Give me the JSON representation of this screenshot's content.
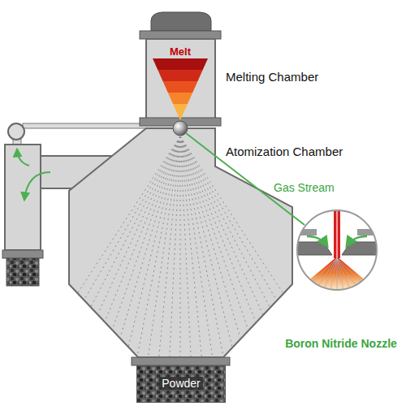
{
  "diagram": {
    "nodes": [
      {
        "text": [
          "Melt"
        ]
      },
      {
        "text": [
          "Powder"
        ]
      }
    ],
    "labels": [
      "Melting Chamber",
      "Atomization Chamber",
      "Gas Stream",
      "Boron Nitride Nozzle"
    ]
  }
}
